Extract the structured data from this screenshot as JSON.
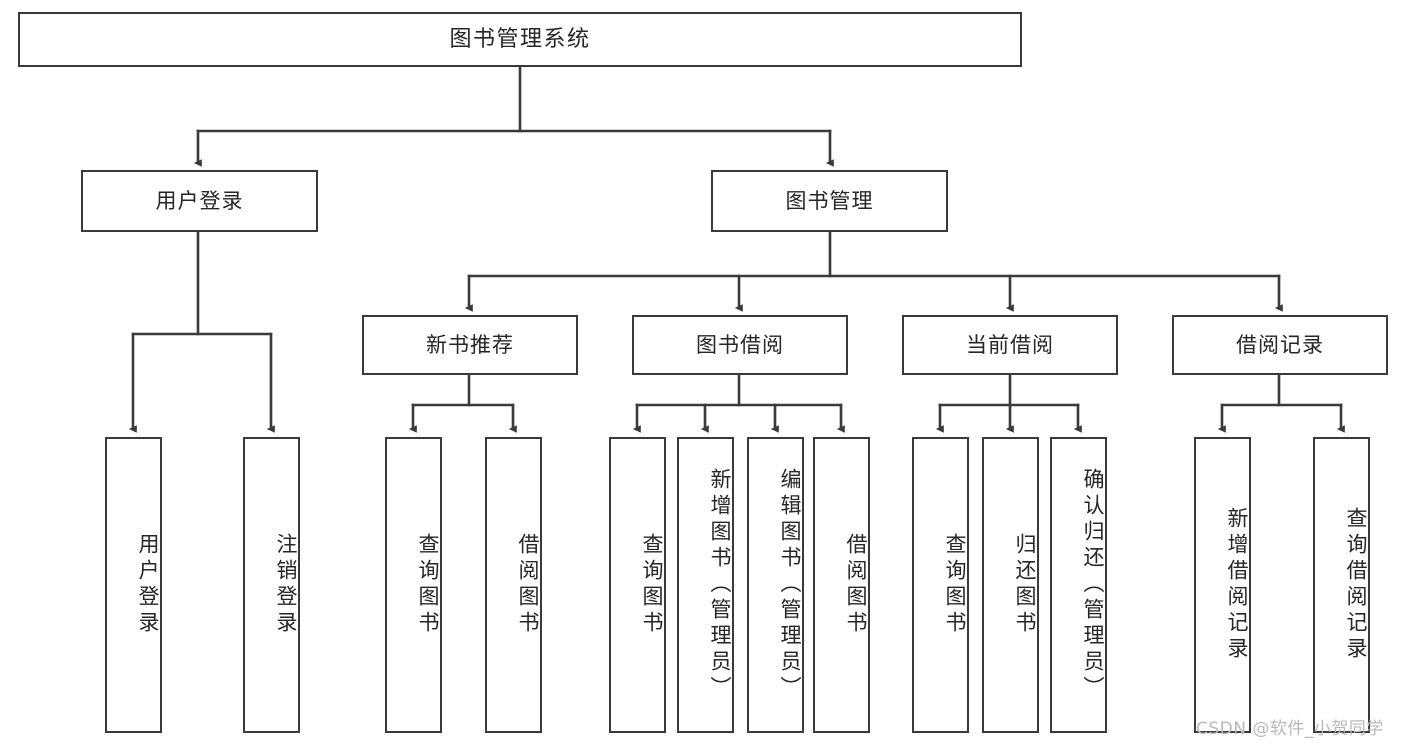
{
  "diagram": {
    "type": "hierarchical-tree-flowchart",
    "root": {
      "label": "图书管理系统"
    },
    "level2": [
      {
        "label": "用户登录"
      },
      {
        "label": "图书管理"
      }
    ],
    "level3": [
      {
        "label": "新书推荐"
      },
      {
        "label": "图书借阅"
      },
      {
        "label": "当前借阅"
      },
      {
        "label": "借阅记录"
      }
    ],
    "leaves": {
      "user_login": [
        {
          "label": "用户登录"
        },
        {
          "label": "注销登录"
        }
      ],
      "new_book_recommend": [
        {
          "label": "查询图书"
        },
        {
          "label": "借阅图书"
        }
      ],
      "book_borrow": [
        {
          "label": "查询图书"
        },
        {
          "label": "新增图书（管理员）"
        },
        {
          "label": "编辑图书（管理员）"
        },
        {
          "label": "借阅图书"
        }
      ],
      "current_borrow": [
        {
          "label": "查询图书"
        },
        {
          "label": "归还图书"
        },
        {
          "label": "确认归还（管理员）"
        }
      ],
      "borrow_record": [
        {
          "label": "新增借阅记录"
        },
        {
          "label": "查询借阅记录"
        }
      ]
    }
  },
  "watermark": {
    "text": "CSDN @软件_小贺同学"
  },
  "colors": {
    "stroke": "#3a3a3a",
    "fill": "#ffffff",
    "text": "#262626",
    "watermark": "#b9b9b9"
  }
}
